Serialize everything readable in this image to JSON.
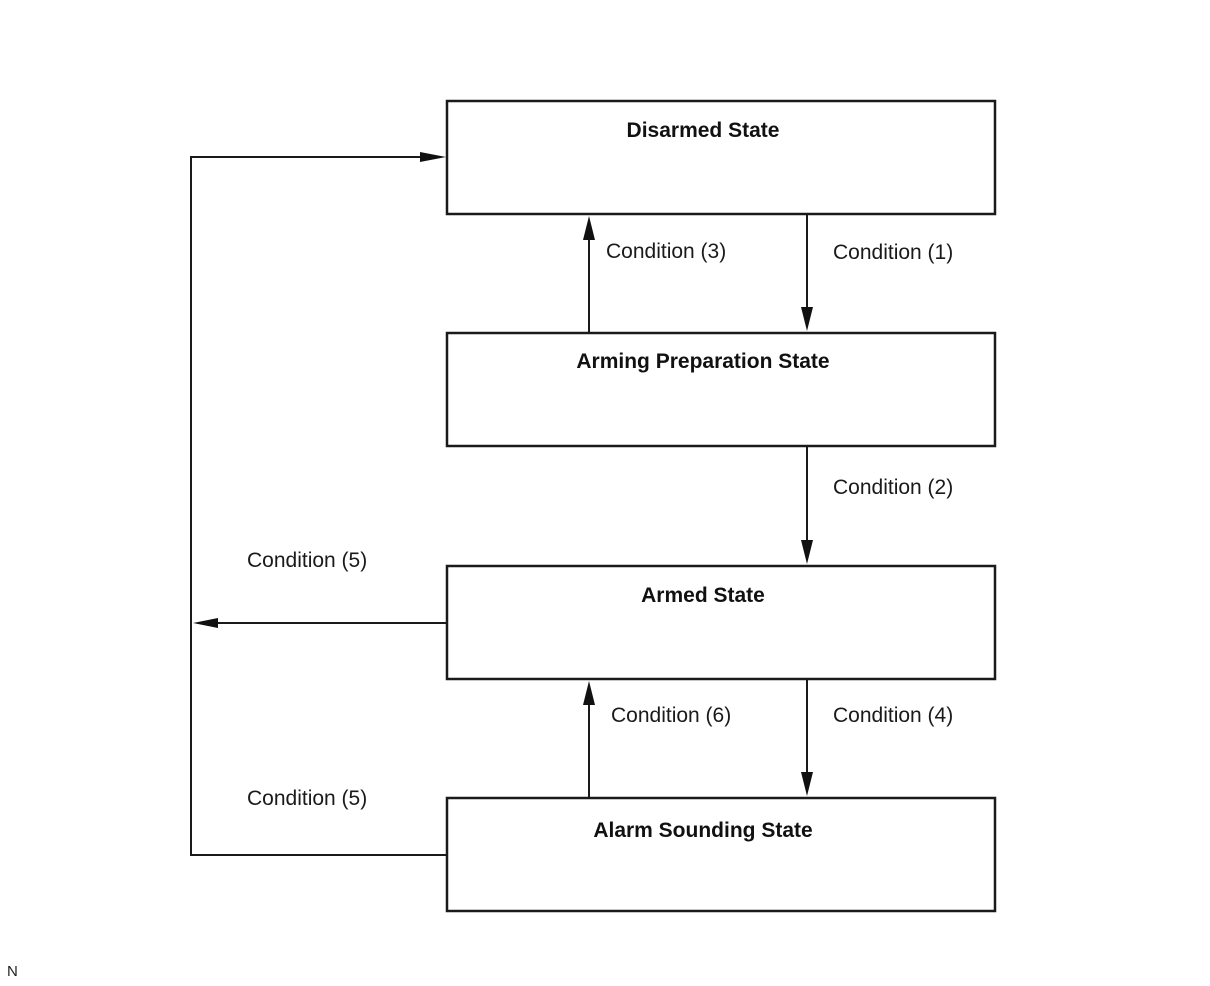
{
  "states": {
    "disarmed": "Disarmed State",
    "arming_preparation": "Arming Preparation State",
    "armed": "Armed State",
    "alarm_sounding": "Alarm Sounding State"
  },
  "transitions": {
    "condition_1": "Condition (1)",
    "condition_2": "Condition (2)",
    "condition_3": "Condition (3)",
    "condition_4": "Condition (4)",
    "condition_5_armed": "Condition (5)",
    "condition_5_alarm": "Condition (5)",
    "condition_6": "Condition (6)"
  },
  "corner_mark": "N"
}
